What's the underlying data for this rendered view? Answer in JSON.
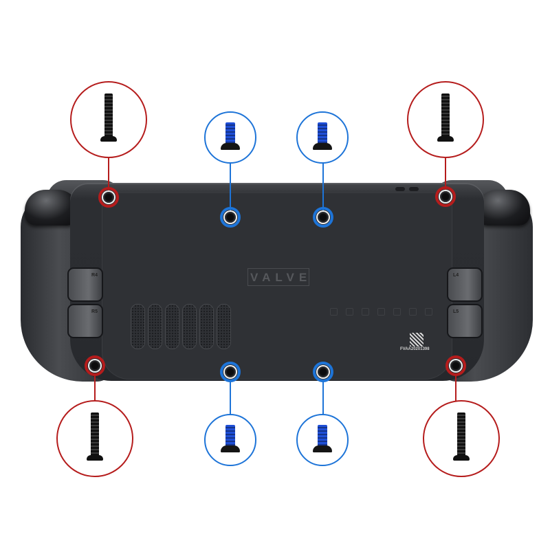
{
  "device": {
    "brand_logo": "VALVE",
    "back_buttons": {
      "left_upper": "R4",
      "left_lower": "R5",
      "right_upper": "L4",
      "right_lower": "L5"
    },
    "serial_label": "FVAA20201398"
  },
  "legend": {
    "red_color": "#b51c1c",
    "blue_color": "#1d74d8",
    "red_type": "long-thread-screw",
    "blue_type": "short-blue-threadlock-screw"
  },
  "screws": [
    {
      "position": "top-left",
      "color": "red",
      "hole": [
        158,
        287
      ]
    },
    {
      "position": "top-center-left",
      "color": "blue",
      "hole": [
        335,
        316
      ]
    },
    {
      "position": "top-center-right",
      "color": "blue",
      "hole": [
        470,
        316
      ]
    },
    {
      "position": "top-right",
      "color": "red",
      "hole": [
        648,
        286
      ]
    },
    {
      "position": "bottom-left",
      "color": "red",
      "hole": [
        138,
        532
      ]
    },
    {
      "position": "bottom-center-left",
      "color": "blue",
      "hole": [
        335,
        541
      ]
    },
    {
      "position": "bottom-center-right",
      "color": "blue",
      "hole": [
        470,
        541
      ]
    },
    {
      "position": "bottom-right",
      "color": "red",
      "hole": [
        663,
        532
      ]
    }
  ]
}
